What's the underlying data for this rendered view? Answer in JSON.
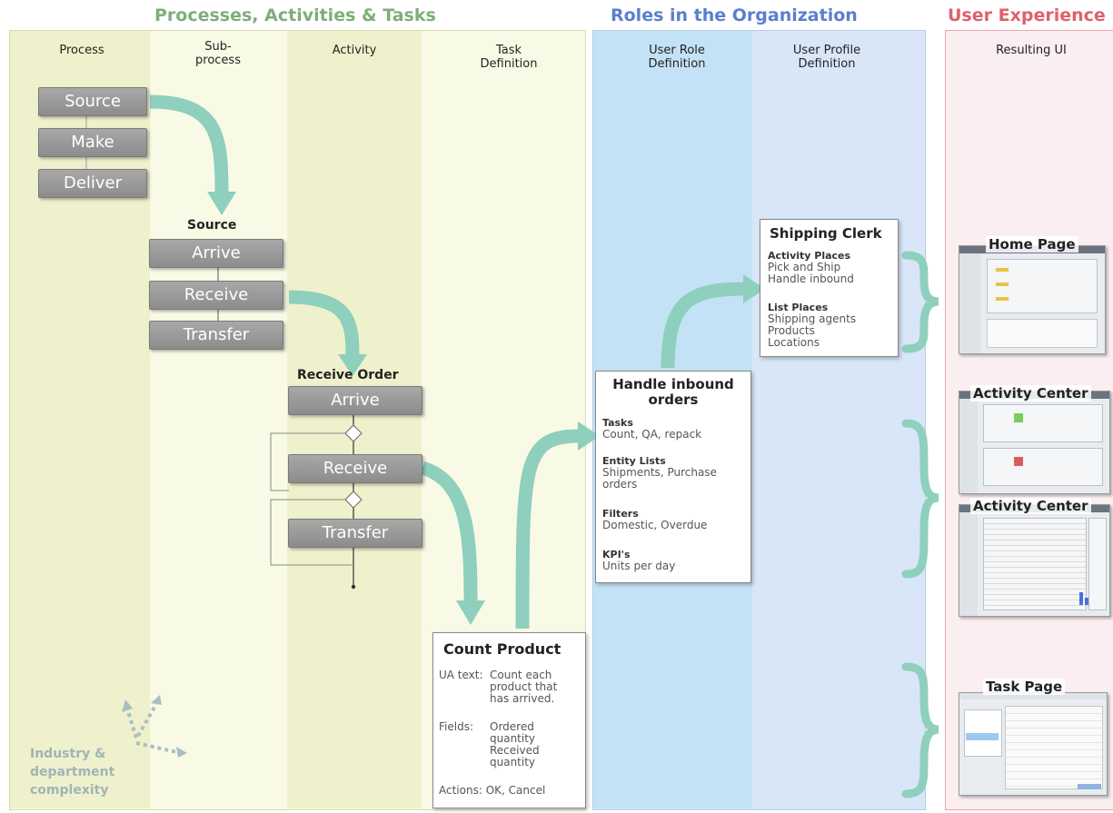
{
  "sections": {
    "processes": "Processes, Activities & Tasks",
    "roles": "Roles in the Organization",
    "ux": "User Experience"
  },
  "columns": {
    "process": "Process",
    "subprocess": "Sub-\nprocess",
    "activity": "Activity",
    "task": "Task\nDefinition",
    "user_role": "User Role\nDefinition",
    "user_profile": "User Profile\nDefinition",
    "ui": "Resulting UI"
  },
  "process_items": [
    "Source",
    "Make",
    "Deliver"
  ],
  "subprocess": {
    "heading": "Source",
    "items": [
      "Arrive",
      "Receive",
      "Transfer"
    ]
  },
  "activity": {
    "heading": "Receive Order",
    "items": [
      "Arrive",
      "Receive",
      "Transfer"
    ]
  },
  "task_card": {
    "title": "Count Product",
    "ua_label": "UA text:",
    "ua_value": "Count each product that has arrived.",
    "fields_label": "Fields:",
    "fields_value": "Ordered quantity Received quantity",
    "actions": "Actions: OK, Cancel"
  },
  "role_card": {
    "title": "Handle inbound orders",
    "sections": [
      {
        "label": "Tasks",
        "value": "Count, QA, repack"
      },
      {
        "label": "Entity Lists",
        "value": "Shipments, Purchase orders"
      },
      {
        "label": "Filters",
        "value": "Domestic, Overdue"
      },
      {
        "label": "KPI's",
        "value": "Units per day"
      }
    ]
  },
  "profile_card": {
    "title": "Shipping Clerk",
    "activity_places_label": "Activity Places",
    "activity_places": [
      "Pick and Ship",
      "Handle inbound"
    ],
    "list_places_label": "List Places",
    "list_places": [
      "Shipping agents",
      "Products",
      "Locations"
    ]
  },
  "ui_pages": [
    "Home Page",
    "Activity Center",
    "Activity Center",
    "Task Page"
  ],
  "complexity_label": "Industry &\ndepartment\ncomplexity",
  "colors": {
    "process_green": "#7fad7a",
    "roles_blue": "#5b7fcf",
    "ux_red": "#e0606a",
    "arrow_teal": "#8ecfbd"
  }
}
